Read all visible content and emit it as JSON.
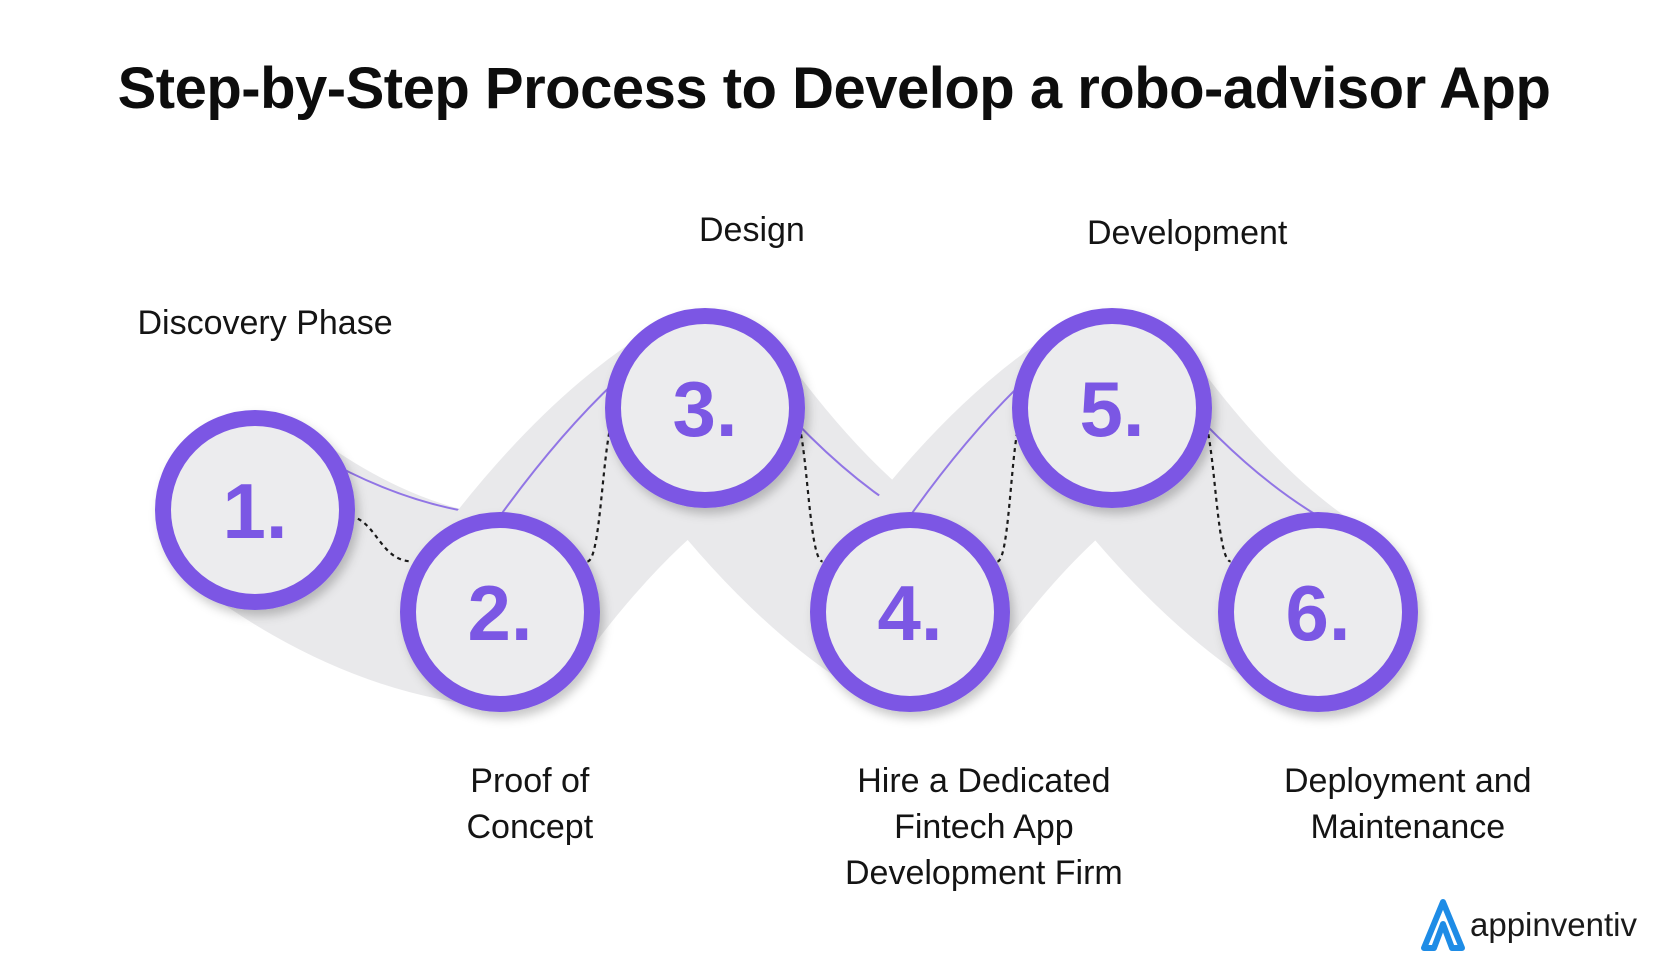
{
  "title": "Step-by-Step Process to Develop a robo-advisor App",
  "steps": [
    {
      "number": "1.",
      "label": "Discovery Phase"
    },
    {
      "number": "2.",
      "label": "Proof of\nConcept"
    },
    {
      "number": "3.",
      "label": "Design"
    },
    {
      "number": "4.",
      "label": "Hire a Dedicated\nFintech App\nDevelopment Firm"
    },
    {
      "number": "5.",
      "label": "Development"
    },
    {
      "number": "6.",
      "label": "Deployment and\nMaintenance"
    }
  ],
  "brand": {
    "name": "appinventiv",
    "logo_icon": "appinventiv-logo-icon"
  },
  "colors": {
    "accent": "#7b57e4",
    "accent_dark": "#5f3fc4",
    "circle_fill": "#ececee",
    "band": "#e9e9eb",
    "connector": "#1a1a1a",
    "logo_blue": "#1e8ce6"
  }
}
